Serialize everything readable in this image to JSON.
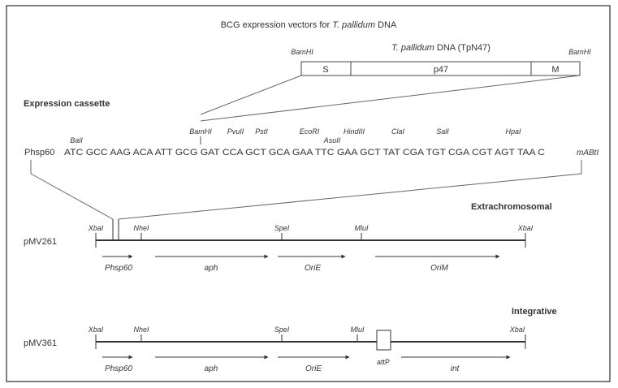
{
  "title": {
    "prefix": "BCG expression vectors for ",
    "species": "T. pallidum",
    "suffix": " DNA"
  },
  "insert": {
    "label_species": "T. pallidum",
    "label_rest": " DNA (TpN47)",
    "site_left": "BamHI",
    "site_right": "BamHI",
    "segments": [
      "S",
      "p47",
      "M"
    ]
  },
  "cassette": {
    "heading": "Expression cassette",
    "promoter": "Phsp60",
    "sequence": "ATC GCC AAG ACA ATT GCG GAT CCA GCT GCA GAA TTC GAA GCT TAT CGA TGT CGA CGT AGT TAA C",
    "end_label": "mABtI",
    "sites_upper": [
      "BamHI",
      "PvuII",
      "PstI",
      "EcoRI",
      "HindIII",
      "ClaI",
      "SalI",
      "HpaI"
    ],
    "sites_lower": [
      "BalI",
      "AsuII"
    ]
  },
  "vector1": {
    "type": "Extrachromosomal",
    "name": "pMV261",
    "sites": [
      "XbaI",
      "NheI",
      "SpeI",
      "MluI",
      "XbaI"
    ],
    "genes": [
      "Phsp60",
      "aph",
      "OriE",
      "OriM"
    ]
  },
  "vector2": {
    "type": "Integrative",
    "name": "pMV361",
    "sites": [
      "XbaI",
      "NheI",
      "SpeI",
      "MluI",
      "XbaI"
    ],
    "genes": [
      "Phsp60",
      "aph",
      "OriE",
      "attP",
      "int"
    ]
  }
}
